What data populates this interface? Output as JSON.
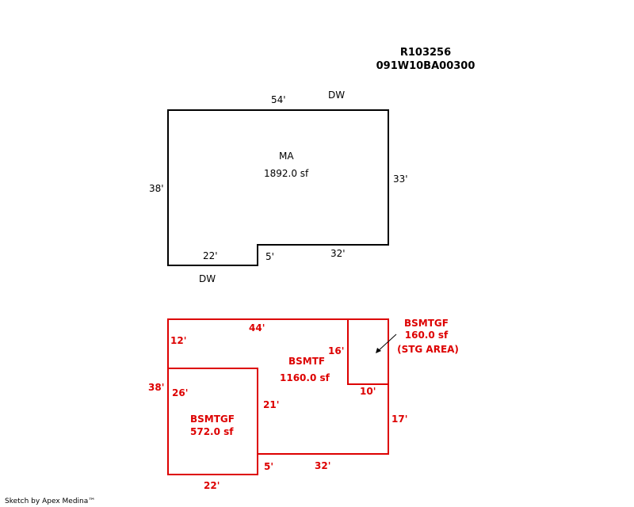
{
  "header": {
    "parcel_id": "R103256",
    "map_id": "091W10BA00300"
  },
  "main_floor": {
    "name": "MA",
    "area": "1892.0 sf",
    "dim_top": "54'",
    "dim_left": "38'",
    "dim_right": "33'",
    "dim_bottom_left": "22'",
    "dim_step": "5'",
    "dim_bottom_right": "32'",
    "label_top": "DW",
    "label_bottom": "DW"
  },
  "basement": {
    "main_name": "BSMTF",
    "main_area": "1160.0 sf",
    "garage_name": "BSMTGF",
    "garage_area": "572.0 sf",
    "storage_name": "BSMTGF",
    "storage_area": "160.0 sf",
    "storage_note": "(STG AREA)",
    "dim_top": "44'",
    "dim_left_upper": "12'",
    "dim_left": "38'",
    "dim_garage_left": "26'",
    "dim_garage_right": "21'",
    "dim_storage_left": "16'",
    "dim_storage_bottom": "10'",
    "dim_right": "17'",
    "dim_step": "5'",
    "dim_bottom_right": "32'",
    "dim_bottom_left": "22'"
  },
  "footer": {
    "credit": "Sketch by Apex Medina™"
  },
  "colors": {
    "main_line": "#000000",
    "basement_line": "#dd0000"
  }
}
